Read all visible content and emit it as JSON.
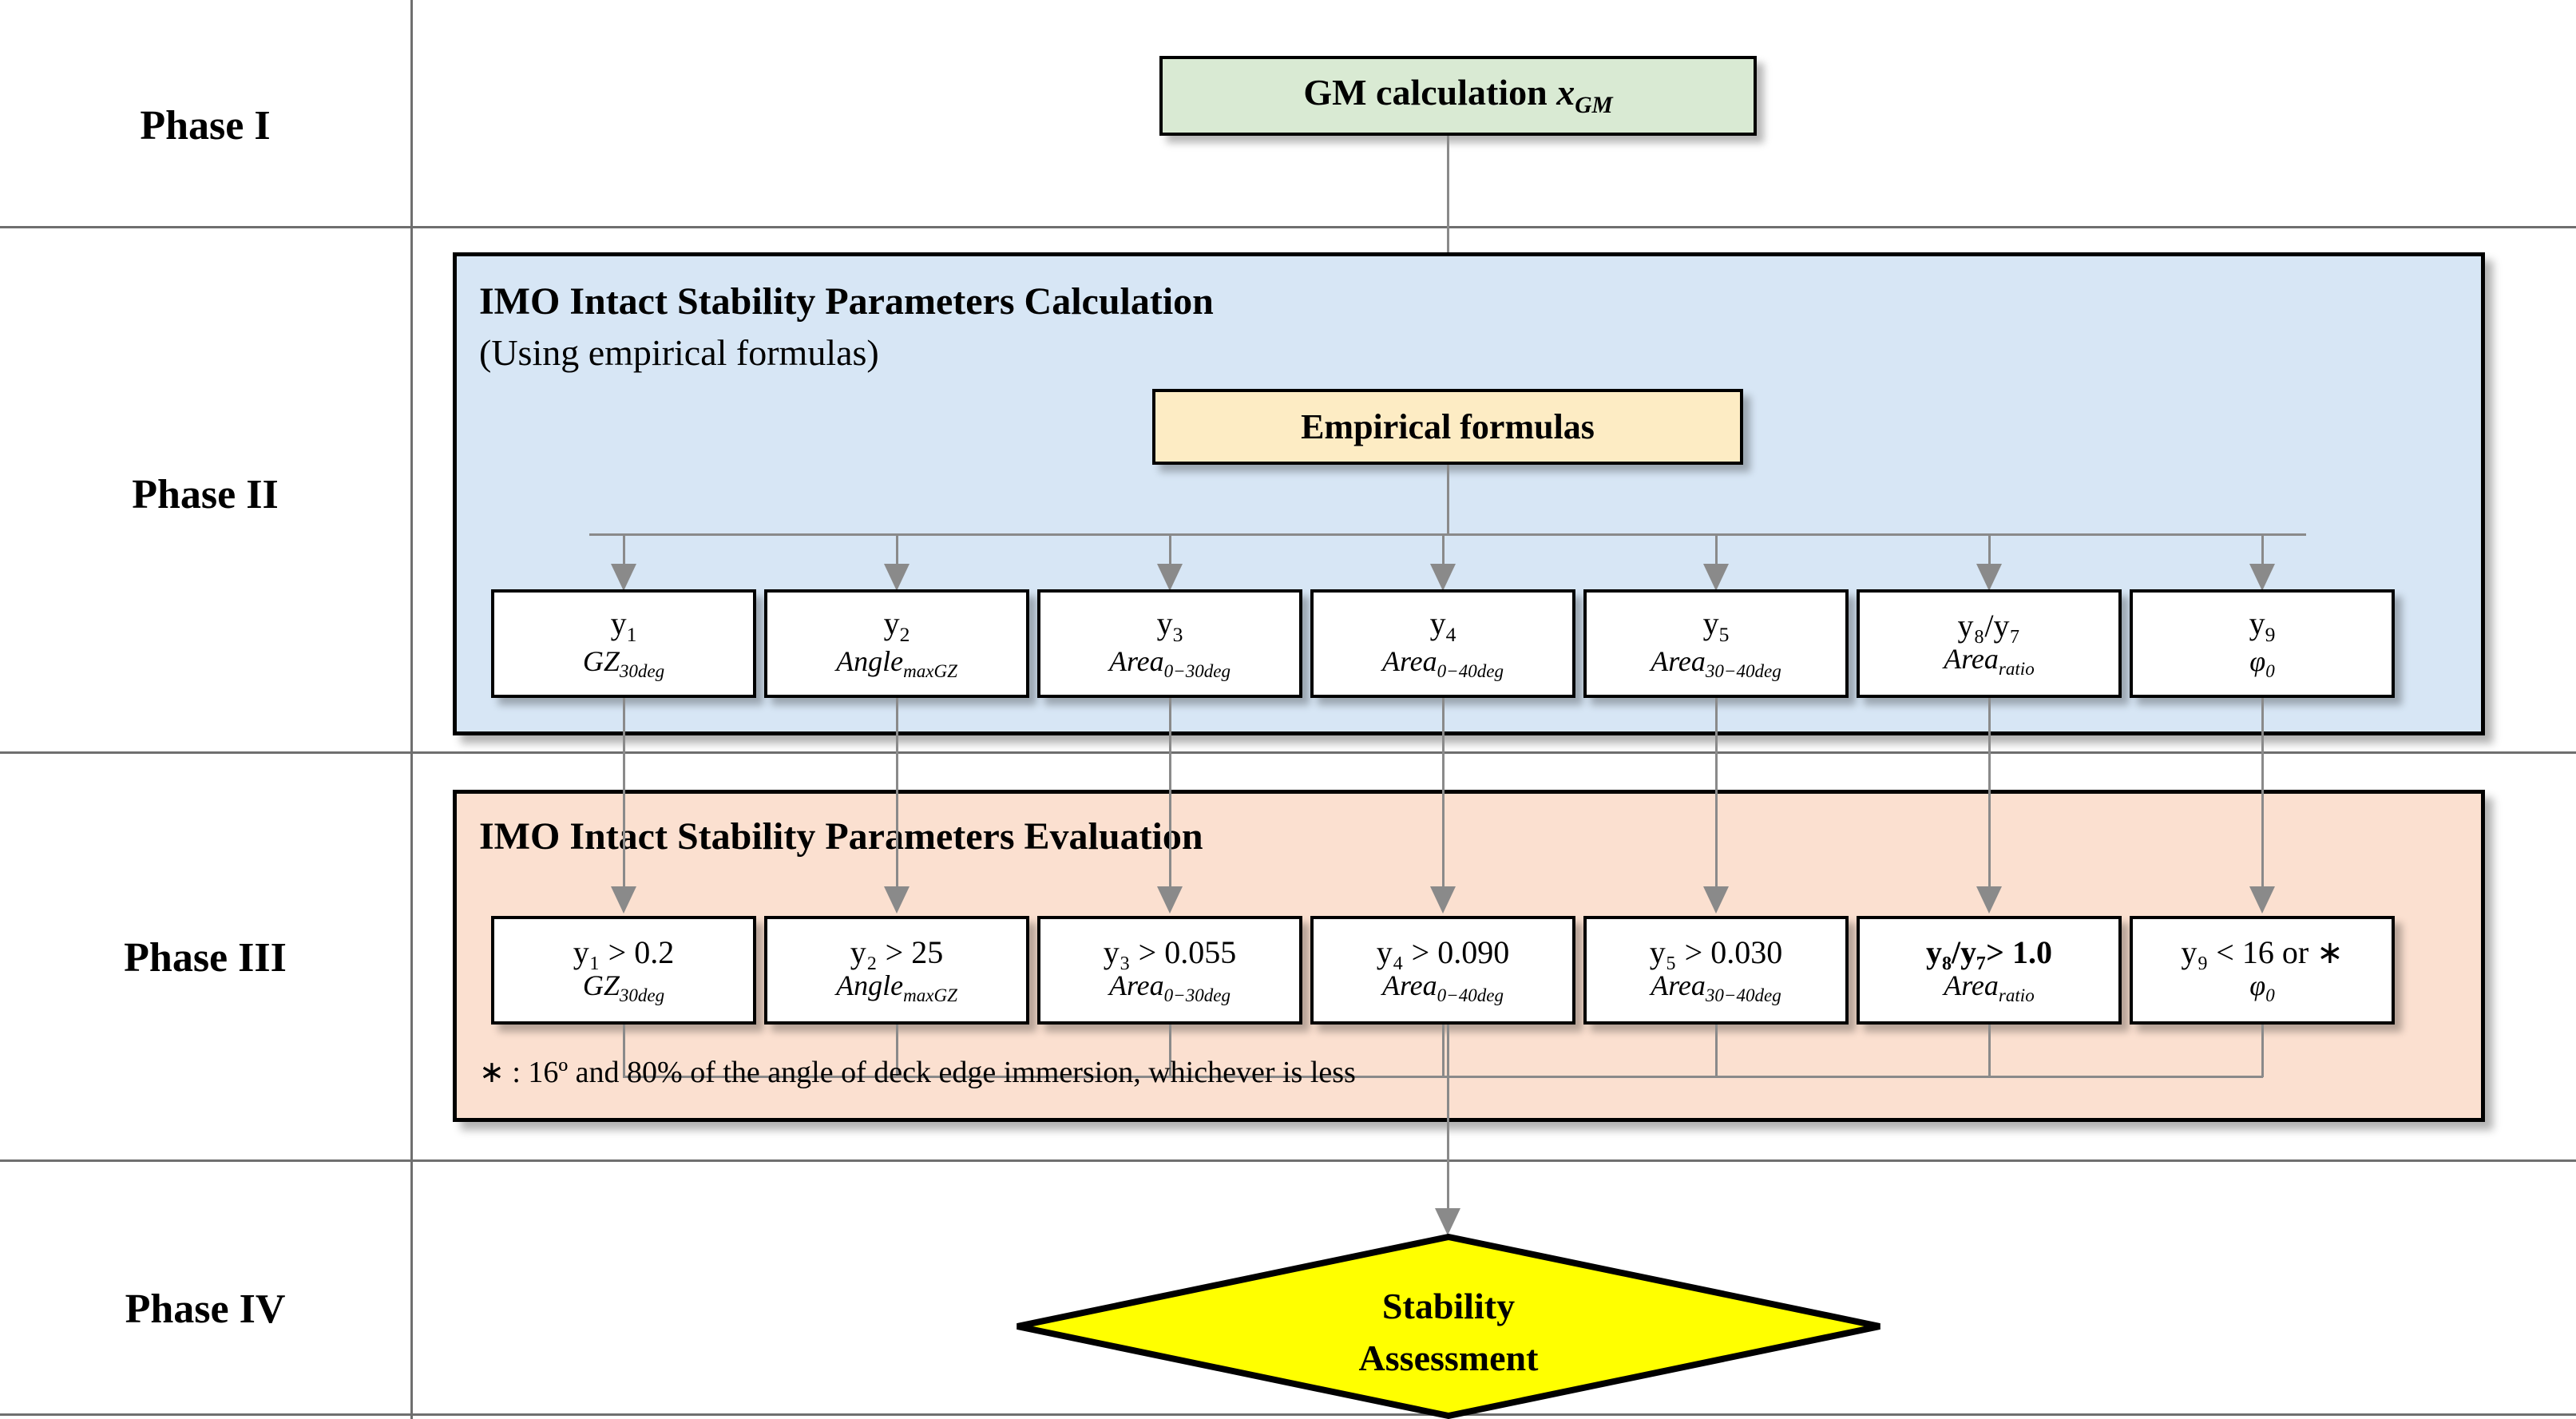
{
  "phases": [
    {
      "label": "Phase I"
    },
    {
      "label": "Phase II"
    },
    {
      "label": "Phase III"
    },
    {
      "label": "Phase IV"
    }
  ],
  "phase1": {
    "box_label": "GM calculation",
    "box_symbol": "x",
    "box_symbol_sub": "GM"
  },
  "phase2": {
    "panel_title": "IMO Intact Stability Parameters Calculation",
    "panel_subtitle": "(Using empirical formulas)",
    "formulas_box": "Empirical formulas",
    "parameters": [
      {
        "id": "y1",
        "top": "y",
        "top_sub": "1",
        "name": "GZ",
        "name_sub": "30deg"
      },
      {
        "id": "y2",
        "top": "y",
        "top_sub": "2",
        "name": "Angle",
        "name_sub": "maxGZ"
      },
      {
        "id": "y3",
        "top": "y",
        "top_sub": "3",
        "name": "Area",
        "name_sub": "0−30deg"
      },
      {
        "id": "y4",
        "top": "y",
        "top_sub": "4",
        "name": "Area",
        "name_sub": "0−40deg"
      },
      {
        "id": "y5",
        "top": "y",
        "top_sub": "5",
        "name": "Area",
        "name_sub": "30−40deg"
      },
      {
        "id": "y8y7",
        "top": "y₈/y₇",
        "top_sub": "",
        "name": "Area",
        "name_sub": "ratio"
      },
      {
        "id": "y9",
        "top": "y",
        "top_sub": "9",
        "name": "φ",
        "name_sub": "0"
      }
    ]
  },
  "phase3": {
    "panel_title": "IMO Intact Stability Parameters Evaluation",
    "footnote": "∗ : 16º and 80% of the angle of deck edge immersion, whichever is less",
    "criteria": [
      {
        "id": "c1",
        "cond": "y₁ > 0.2",
        "name": "GZ",
        "name_sub": "30deg"
      },
      {
        "id": "c2",
        "cond": "y₂ > 25",
        "name": "Angle",
        "name_sub": "maxGZ"
      },
      {
        "id": "c3",
        "cond": "y₃ > 0.055",
        "name": "Area",
        "name_sub": "0−30deg"
      },
      {
        "id": "c4",
        "cond": "y₄ > 0.090",
        "name": "Area",
        "name_sub": "0−40deg"
      },
      {
        "id": "c5",
        "cond": "y₅ > 0.030",
        "name": "Area",
        "name_sub": "30−40deg"
      },
      {
        "id": "c6",
        "cond": "y₈/y₇> 1.0",
        "name": "Area",
        "name_sub": "ratio"
      },
      {
        "id": "c7",
        "cond": "y₉ < 16 or ∗",
        "name": "φ",
        "name_sub": "0"
      }
    ]
  },
  "phase4": {
    "decision_line1": "Stability",
    "decision_line2": "Assessment"
  },
  "colors": {
    "gm_box": "#d9ead3",
    "formula_box": "#fdecc4",
    "panel_calculation": "#d7e6f5",
    "panel_evaluation": "#fbe0d0",
    "decision": "#ffff00",
    "connector": "#8a8a8a",
    "rule": "#6f6f6f"
  }
}
